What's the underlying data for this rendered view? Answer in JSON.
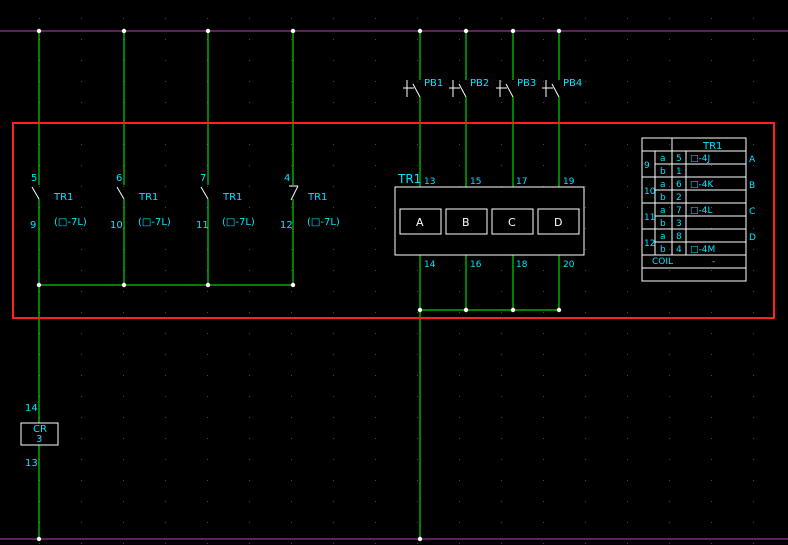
{
  "colors": {
    "background": "#000000",
    "bus": "#c040c0",
    "wire": "#00ff00",
    "text": "#00e5ff",
    "device": "#ffffff",
    "highlight": "#ff2020",
    "grid": "#4a4a4a"
  },
  "pushbuttons": [
    "PB1",
    "PB2",
    "PB3",
    "PB4"
  ],
  "contacts": [
    {
      "top": "5",
      "bottom": "9",
      "tag": "TR1",
      "ref": "(□-7L)",
      "type": "NO"
    },
    {
      "top": "6",
      "bottom": "10",
      "tag": "TR1",
      "ref": "(□-7L)",
      "type": "NO"
    },
    {
      "top": "7",
      "bottom": "11",
      "tag": "TR1",
      "ref": "(□-7L)",
      "type": "NO"
    },
    {
      "top": "4",
      "bottom": "12",
      "tag": "TR1",
      "ref": "(□-7L)",
      "type": "NC"
    }
  ],
  "timer": {
    "tag": "TR1",
    "inputs": [
      {
        "label": "A",
        "top": "13",
        "bottom": "14"
      },
      {
        "label": "B",
        "top": "15",
        "bottom": "16"
      },
      {
        "label": "C",
        "top": "17",
        "bottom": "18"
      },
      {
        "label": "D",
        "top": "19",
        "bottom": "20"
      }
    ]
  },
  "cross_ref_table": {
    "title": "TR1",
    "groups": [
      {
        "line": "9",
        "rows": [
          {
            "ab": "a",
            "pin": "5",
            "ref": "□-4J"
          },
          {
            "ab": "b",
            "pin": "1",
            "ref": ""
          }
        ],
        "side": "A"
      },
      {
        "line": "10",
        "rows": [
          {
            "ab": "a",
            "pin": "6",
            "ref": "□-4K"
          },
          {
            "ab": "b",
            "pin": "2",
            "ref": ""
          }
        ],
        "side": "B"
      },
      {
        "line": "11",
        "rows": [
          {
            "ab": "a",
            "pin": "7",
            "ref": "□-4L"
          },
          {
            "ab": "b",
            "pin": "3",
            "ref": ""
          }
        ],
        "side": "C"
      },
      {
        "line": "12",
        "rows": [
          {
            "ab": "a",
            "pin": "8",
            "ref": ""
          },
          {
            "ab": "b",
            "pin": "4",
            "ref": "□-4M"
          }
        ],
        "side": "D"
      }
    ],
    "coil_label": "COIL",
    "coil_value": "-"
  },
  "coil": {
    "tag": "CR",
    "number": "3",
    "top": "14",
    "bottom": "13"
  }
}
